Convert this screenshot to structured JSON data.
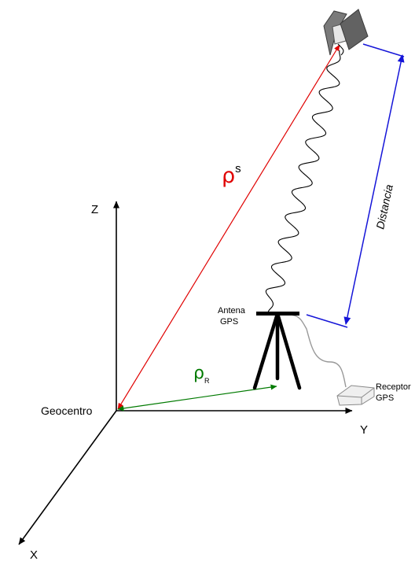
{
  "axes": {
    "x_label": "X",
    "y_label": "Y",
    "z_label": "Z",
    "origin_label": "Geocentro"
  },
  "vectors": {
    "satellite_range_symbol": "ρ",
    "satellite_range_superscript": "s",
    "receiver_range_symbol": "ρ",
    "receiver_range_subscript": "R"
  },
  "distance": {
    "label": "Distancia"
  },
  "antenna": {
    "label_line1": "Antena",
    "label_line2": "GPS"
  },
  "receiver": {
    "label_line1": "Receptor",
    "label_line2": "GPS"
  },
  "colors": {
    "axes": "#000000",
    "satellite_vector": "#e00000",
    "receiver_vector": "#007a00",
    "distance": "#1515d8",
    "signal_wave": "#000000",
    "cable": "#999999",
    "satellite_body": "#7a7a7a",
    "satellite_panel": "#555555",
    "receiver_box": "#efefef"
  }
}
